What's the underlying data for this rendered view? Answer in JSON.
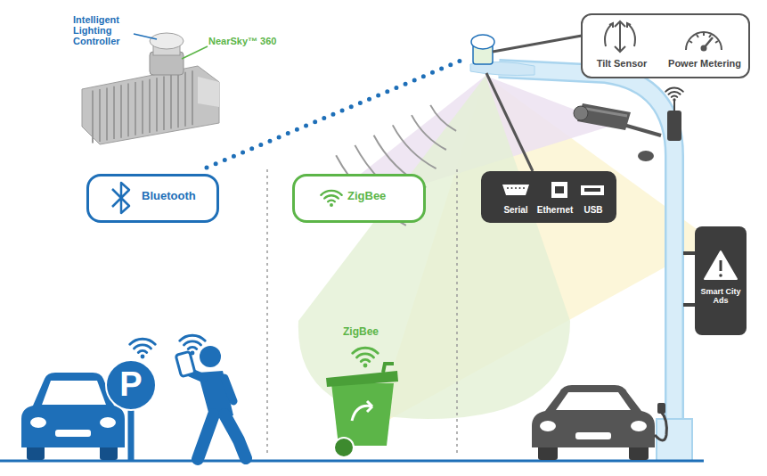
{
  "diagram": {
    "nodes": [
      {
        "text": [
          "Tilt Sensor",
          "Power Metering"
        ]
      },
      {
        "text": [
          "Bluetooth"
        ]
      },
      {
        "text": [
          "ZigBee"
        ]
      },
      {
        "text": [
          "Serial",
          "Ethernet",
          "USB"
        ]
      },
      {
        "text": [
          "Smart City Ads"
        ]
      }
    ],
    "labels": [
      "Intelligent Lighting Controller",
      "NearSky™ 360",
      "P",
      "ZigBee"
    ]
  }
}
